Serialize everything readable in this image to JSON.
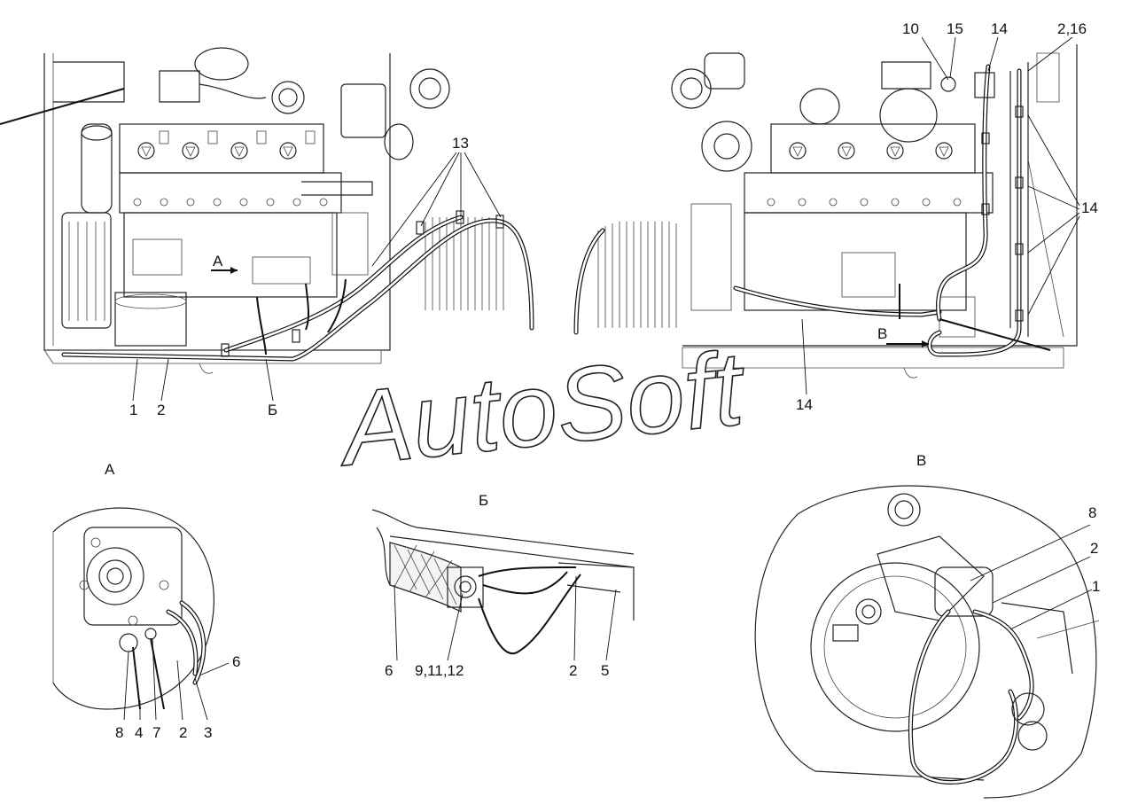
{
  "watermark": "AutoSoft",
  "view_labels": {
    "a": "А",
    "b": "Б",
    "v": "В"
  },
  "callouts": {
    "left_1": "1",
    "left_2": "2",
    "left_b": "Б",
    "left_a_arrow": "А",
    "left_13": "13",
    "right_10": "10",
    "right_15": "15",
    "right_14_top": "14",
    "right_2_16": "2,16",
    "right_14_side": "14",
    "right_14_bottom": "14",
    "right_v_arrow": "В",
    "a_8": "8",
    "a_4": "4",
    "a_7": "7",
    "a_2": "2",
    "a_3": "3",
    "a_6": "6",
    "b_6": "6",
    "b_9_11_12": "9,11,12",
    "b_2": "2",
    "b_5": "5",
    "v_8": "8",
    "v_2": "2",
    "v_1": "1"
  }
}
